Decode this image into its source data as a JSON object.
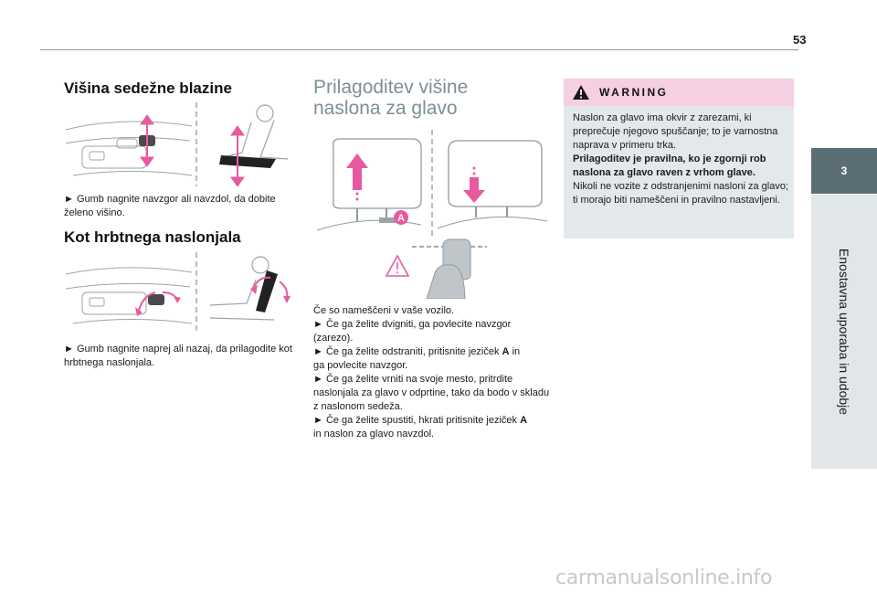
{
  "page": {
    "number": "53"
  },
  "side_tab": {
    "chapter_number": "3",
    "chapter_title": "Enostavna uporaba in udobje"
  },
  "cushion_height": {
    "heading": "Višina sedežne blazine",
    "instruction": "► Gumb nagnite navzgor ali navzdol, da dobite želeno višino."
  },
  "backrest_angle": {
    "heading": "Kot hrbtnega naslonjala",
    "instruction": "► Gumb nagnite naprej ali nazaj, da prilagodite kot hrbtnega naslonjala."
  },
  "headrest": {
    "heading": "Prilagoditev višine naslona za glavo",
    "callout_label": "A",
    "intro": "Če so nameščeni v vaše vozilo.",
    "steps": [
      "► Če ga želite dvigniti, ga povlecite navzgor (zarezo).",
      "► Če ga želite odstraniti, pritisnite jeziček",
      "ga povlecite navzgor.",
      "► Če ga želite vrniti na svoje mesto, pritrdite naslonjala za glavo v odprtine, tako da bodo v skladu z naslonom sedeža.",
      "► Če ga želite spustiti, hkrati pritisnite jeziček",
      "in naslon za glavo navzdol."
    ],
    "tab_label": "A",
    "step2_suffix": "in"
  },
  "warning": {
    "title": "WARNING",
    "text1": "Naslon za glavo ima okvir z zarezami, ki preprečuje njegovo spuščanje; to je varnostna naprava v primeru trka.",
    "text2": "Prilagoditev je pravilna, ko je zgornji rob naslona za glavo raven z vrhom glave.",
    "text3": "Nikoli ne vozite z odstranjenimi nasloni za glavo; ti morajo biti nameščeni in pravilno nastavljeni."
  },
  "watermark": {
    "text": "carmanualsonline.info"
  },
  "colors": {
    "arrow": "#e85aa0",
    "arrow_blue": "#5a7fc0",
    "tab": "#5b6e76",
    "title": "#7c8f97",
    "warning_head": "#f6cfe2",
    "warning_body": "#e3e8ea"
  }
}
